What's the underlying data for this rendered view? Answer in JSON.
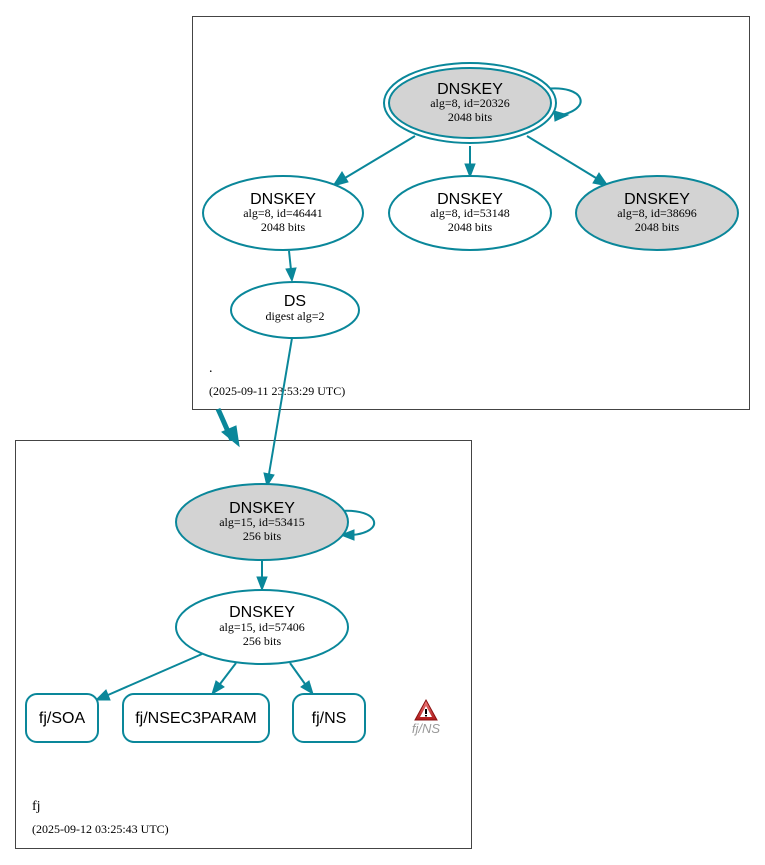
{
  "colors": {
    "edge": "#0a879a",
    "ksk_fill": "#d3d3d3",
    "node_fill": "#ffffff",
    "warning": "#d03030",
    "warning_text": "#9a9a9a"
  },
  "root_zone": {
    "name": ".",
    "timestamp": "(2025-09-11 23:53:29 UTC)",
    "nodes": {
      "ksk": {
        "title": "DNSKEY",
        "alg": "alg=8, id=20326",
        "bits": "2048 bits"
      },
      "zsk1": {
        "title": "DNSKEY",
        "alg": "alg=8, id=46441",
        "bits": "2048 bits"
      },
      "zsk2": {
        "title": "DNSKEY",
        "alg": "alg=8, id=53148",
        "bits": "2048 bits"
      },
      "zsk3": {
        "title": "DNSKEY",
        "alg": "alg=8, id=38696",
        "bits": "2048 bits"
      },
      "ds": {
        "title": "DS",
        "detail": "digest alg=2"
      }
    }
  },
  "fj_zone": {
    "name": "fj",
    "timestamp": "(2025-09-12 03:25:43 UTC)",
    "nodes": {
      "ksk": {
        "title": "DNSKEY",
        "alg": "alg=15, id=53415",
        "bits": "256 bits"
      },
      "zsk": {
        "title": "DNSKEY",
        "alg": "alg=15, id=57406",
        "bits": "256 bits"
      }
    },
    "records": [
      {
        "label": "fj/SOA"
      },
      {
        "label": "fj/NSEC3PARAM"
      },
      {
        "label": "fj/NS"
      }
    ],
    "warning": {
      "icon": "warning-icon",
      "label": "fj/NS"
    }
  }
}
